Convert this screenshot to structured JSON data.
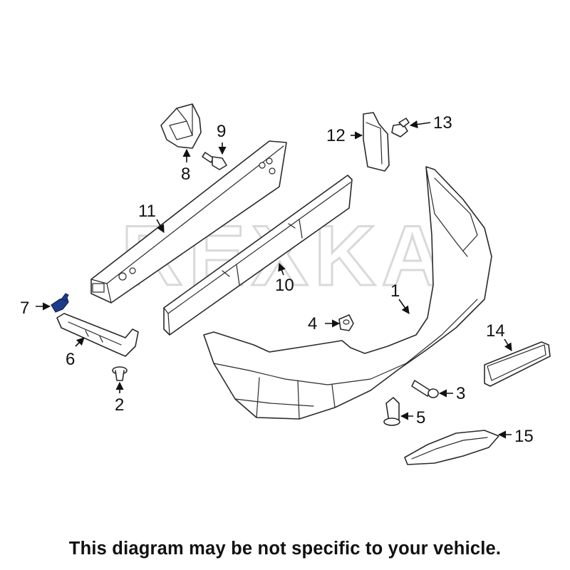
{
  "watermark": "REXKA",
  "highlight_color": "#1f3c88",
  "callouts": [
    "1",
    "2",
    "3",
    "4",
    "5",
    "6",
    "7",
    "8",
    "9",
    "10",
    "11",
    "12",
    "13",
    "14",
    "15"
  ],
  "footer": "This diagram may be not specific to your vehicle."
}
